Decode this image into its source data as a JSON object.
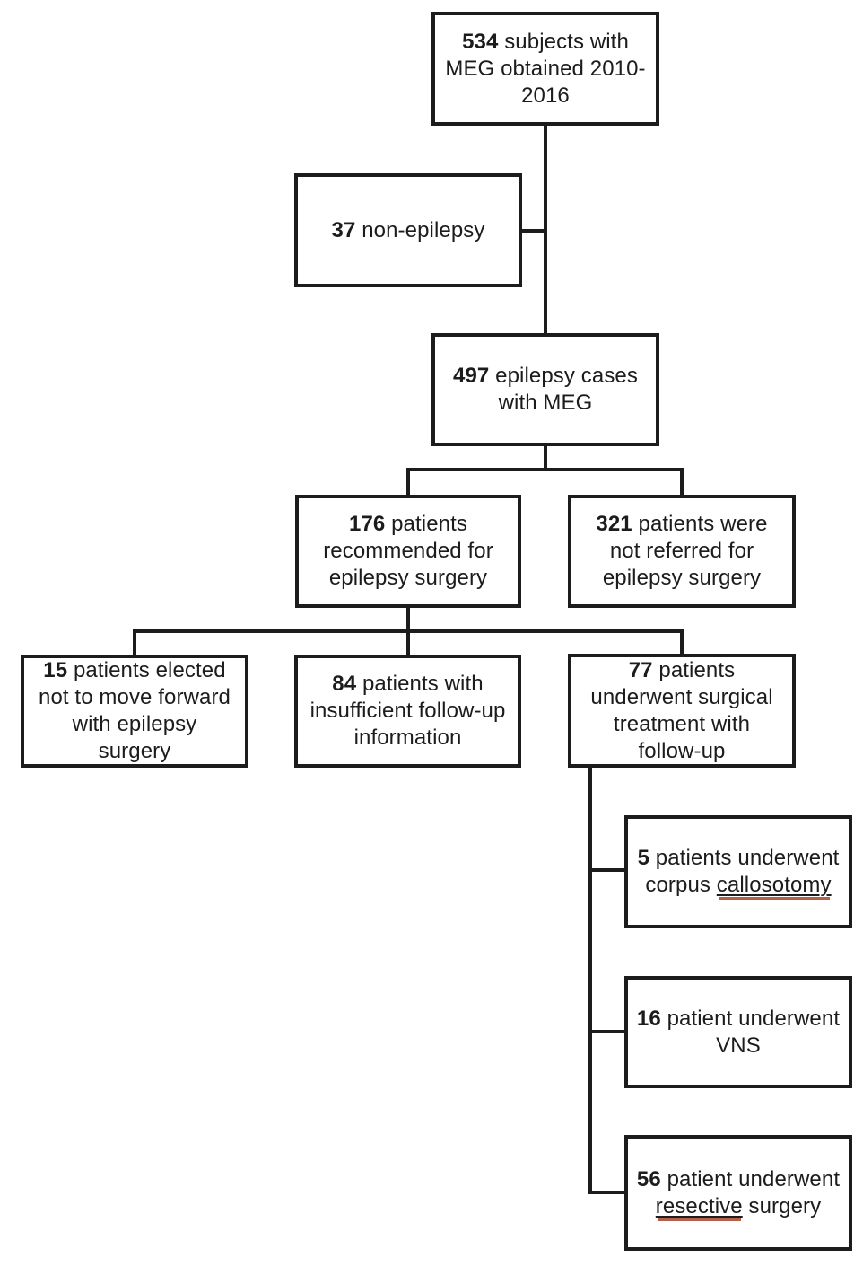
{
  "nodes": [
    {
      "id": "subjects",
      "number": "534",
      "rest": " subjects with MEG obtained 2010-2016"
    },
    {
      "id": "non_epilepsy",
      "number": "37",
      "rest": " non-epilepsy"
    },
    {
      "id": "epilepsy_cases",
      "number": "497",
      "rest": " epilepsy cases with MEG"
    },
    {
      "id": "recommended",
      "number": "176",
      "rest": " patients recommended for epilepsy surgery"
    },
    {
      "id": "not_referred",
      "number": "321",
      "rest": " patients were not referred for epilepsy surgery"
    },
    {
      "id": "elected_not",
      "number": "15",
      "rest": " patients elected not to move forward with epilepsy surgery"
    },
    {
      "id": "insufficient",
      "number": "84",
      "rest": " patients with insufficient follow-up information"
    },
    {
      "id": "surgical",
      "number": "77",
      "rest": " patients underwent surgical treatment with follow-up"
    },
    {
      "id": "callosotomy",
      "number": "5",
      "rest_before": " patients underwent corpus ",
      "underlined": "callosotomy",
      "rest_after": ""
    },
    {
      "id": "vns",
      "number": "16",
      "rest": " patient underwent VNS"
    },
    {
      "id": "resective",
      "number": "56",
      "rest_before": " patient underwent ",
      "underlined": "resective",
      "rest_after": " surgery"
    }
  ],
  "colors": {
    "line": "#1c1c1c",
    "text": "#1c1c1c",
    "background": "#ffffff",
    "spellcheck": "#b4604a"
  }
}
